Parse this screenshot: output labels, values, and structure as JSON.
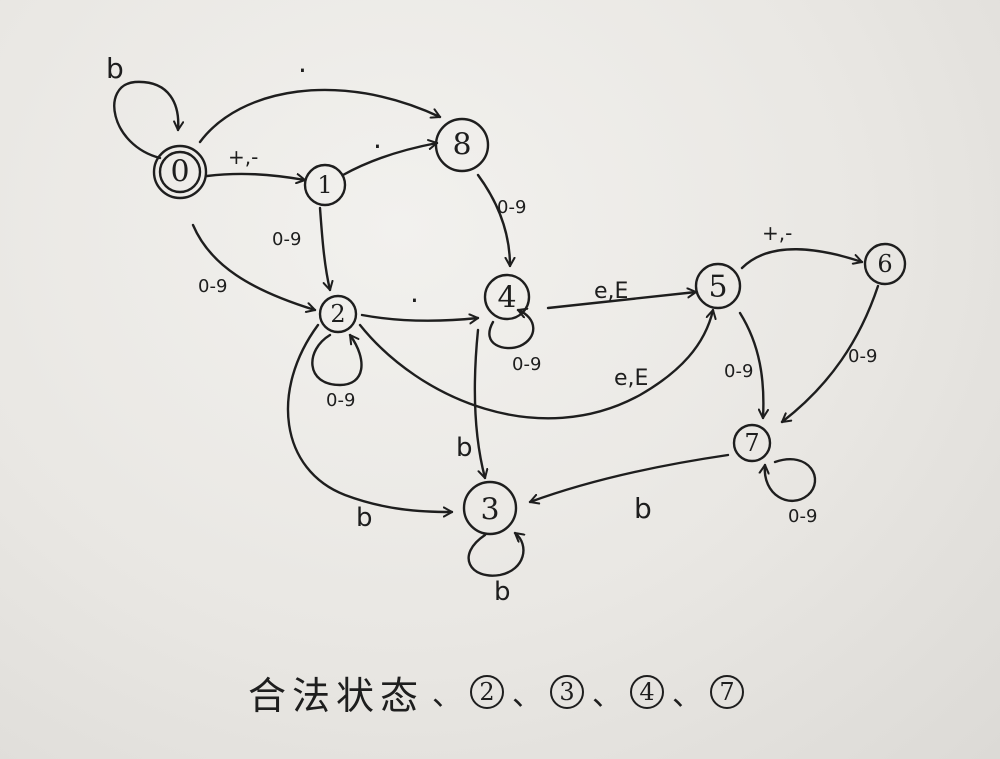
{
  "diagram": {
    "nodes": [
      {
        "id": "0",
        "label": "0"
      },
      {
        "id": "1",
        "label": "1"
      },
      {
        "id": "2",
        "label": "2"
      },
      {
        "id": "3",
        "label": "3"
      },
      {
        "id": "4",
        "label": "4"
      },
      {
        "id": "5",
        "label": "5"
      },
      {
        "id": "6",
        "label": "6"
      },
      {
        "id": "7",
        "label": "7"
      },
      {
        "id": "8",
        "label": "8"
      }
    ],
    "edges": [
      {
        "from": "0",
        "to": "0",
        "label": "b"
      },
      {
        "from": "0",
        "to": "8",
        "label": "."
      },
      {
        "from": "0",
        "to": "1",
        "label": "+,-"
      },
      {
        "from": "1",
        "to": "8",
        "label": "."
      },
      {
        "from": "1",
        "to": "2",
        "label": "0-9"
      },
      {
        "from": "0",
        "to": "2",
        "label": "0-9"
      },
      {
        "from": "8",
        "to": "4",
        "label": "0-9"
      },
      {
        "from": "2",
        "to": "4",
        "label": "."
      },
      {
        "from": "2",
        "to": "2",
        "label": "0-9"
      },
      {
        "from": "4",
        "to": "4",
        "label": "0-9"
      },
      {
        "from": "4",
        "to": "5",
        "label": "e,E"
      },
      {
        "from": "2",
        "to": "5",
        "label": "e,E"
      },
      {
        "from": "5",
        "to": "6",
        "label": "+,-"
      },
      {
        "from": "5",
        "to": "7",
        "label": "0-9"
      },
      {
        "from": "6",
        "to": "7",
        "label": "0-9"
      },
      {
        "from": "7",
        "to": "7",
        "label": "0-9"
      },
      {
        "from": "4",
        "to": "3",
        "label": "b"
      },
      {
        "from": "2",
        "to": "3",
        "label": "b"
      },
      {
        "from": "7",
        "to": "3",
        "label": "b"
      },
      {
        "from": "3",
        "to": "3",
        "label": "b"
      }
    ]
  },
  "footer": {
    "title": "合法状态",
    "separator": "、",
    "accept_states": [
      "2",
      "3",
      "4",
      "7"
    ]
  },
  "colors": {
    "ink": "#1e1e1e",
    "paper": "#eceae6"
  }
}
